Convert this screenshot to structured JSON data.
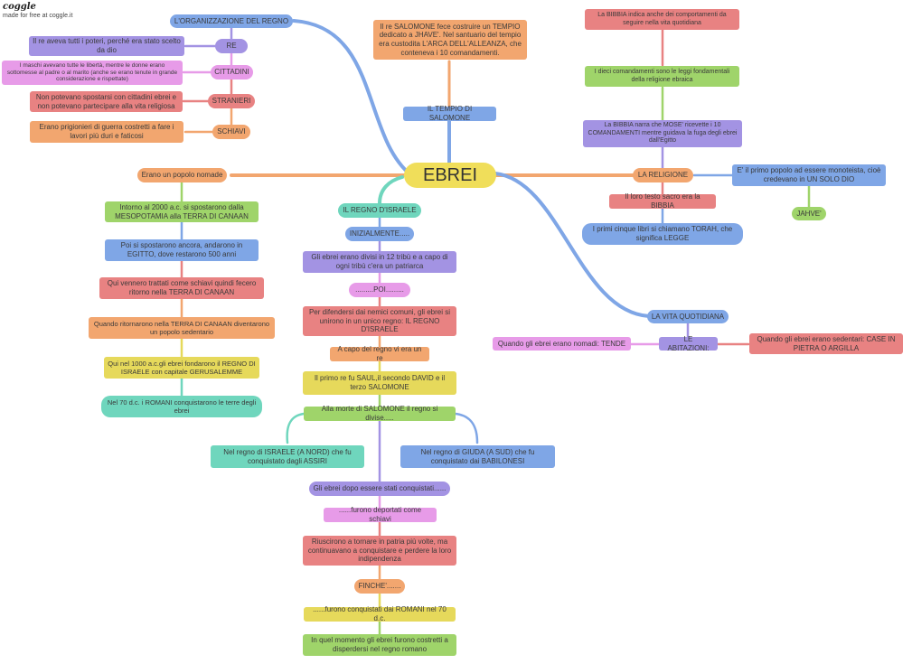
{
  "brand": {
    "logo": "coggle",
    "tagline": "made for free at coggle.it"
  },
  "colors": {
    "blue": "#7fa6e6",
    "green": "#9fd46a",
    "red": "#e88282",
    "orange": "#f2a66f",
    "yellow": "#e6d95b",
    "teal": "#6fd6bd",
    "purple": "#a393e3",
    "pink": "#e79be8",
    "root": "#f0de5a"
  },
  "root": "EBREI",
  "organizzazione": {
    "title": "L'ORGANIZZAZIONE DEL REGNO",
    "re": "RE",
    "re_desc": "Il re aveva tutti i poteri, perché era stato scelto da dio",
    "cittadini": "CITTADINI",
    "cittadini_desc": "I maschi avevano tutte le libertà, mentre le donne erano sottomesse al padre o al marito (anche se erano tenute in grande considerazione e rispettate)",
    "stranieri": "STRANIERI",
    "stranieri_desc": "Non potevano spostarsi con cittadini ebrei e non potevano partecipare alla vita religiosa",
    "schiavi": "SCHIAVI",
    "schiavi_desc": "Erano prigionieri di guerra costretti a fare i lavori più duri e faticosi"
  },
  "tempio": {
    "title": "IL TEMPIO DI SALOMONE",
    "desc": "Il re SALOMONE fece costruire un TEMPIO dedicato a JHAVE'. Nel santuario del tempio era custodita L'ARCA DELL'ALLEANZA, che conteneva i 10 comandamenti."
  },
  "religione": {
    "title": "LA RELIGIONE",
    "bibbia_narra": "La BIBBIA narra che MOSE' ricevette i 10 COMANDAMENTI mentre guidava la fuga degli ebrei dall'Egitto",
    "comandamenti": "I dieci comandamenti sono le leggi fondamentali della religione ebraica",
    "bibbia_indica": "La BIBBIA indica anche dei comportamenti da seguire nella vita quotidiana",
    "monoteista": "E' il primo popolo ad essere monoteista, cioè credevano in UN SOLO DIO",
    "jahve": "JAHVE'",
    "testo_sacro": "Il loro testo sacro era la BIBBIA",
    "torah": "I primi cinque libri si chiamano TORAH, che significa LEGGE"
  },
  "vita": {
    "title": "LA VITA QUOTIDIANA",
    "abitazioni": "LE ABITAZIONI:",
    "nomadi": "Quando gli ebrei erano nomadi: TENDE",
    "sedentari": "Quando gli ebrei erano sedentari: CASE IN PIETRA O ARGILLA"
  },
  "nomade": {
    "title": "Erano un popolo nomade",
    "items": [
      "Intorno al 2000 a.c. si spostarono dalla MESOPOTAMIA alla TERRA DI CANAAN",
      "Poi si spostarono ancora, andarono in EGITTO, dove restarono 500 anni",
      "Qui vennero trattati come schiavi quindi fecero ritorno nella TERRA DI CANAAN",
      "Quando ritornarono nella TERRA DI CANAAN diventarono un popolo sedentario",
      "Qui nel 1000 a.c.gli ebrei fondarono il REGNO DI ISRAELE con capitale GERUSALEMME",
      "Nel 70 d.c. i ROMANI conquistarono le terre degli ebrei"
    ]
  },
  "regno": {
    "title": "IL REGNO D'ISRAELE",
    "items": [
      "INIZIALMENTE.....",
      "Gli ebrei erano divisi in 12 tribù e a capo di ogni tribù c'era un patriarca",
      ".........POI.........",
      "Per difendersi dai nemici comuni, gli ebrei si unirono in un unico regno: IL REGNO D'ISRAELE",
      "A capo del regno vi era un re",
      "Il primo re fu SAUL,il secondo DAVID e il terzo SALOMONE",
      "Alla morte di SALOMONE il regno si divise.....",
      "Nel regno di ISRAELE (A NORD) che fu conquistato dagli ASSIRI",
      "Nel regno di GIUDA (A SUD) che fu conquistato dai BABILONESI",
      "Gli ebrei dopo essere stati conquistati......",
      "......furono deportati come schiavi",
      "Riuscirono a tornare in patria più volte, ma continuavano a conquistare e perdere la loro indipendenza",
      "FINCHE'.......",
      "......furono conquistati dai ROMANI nel 70 d.c.",
      "In quel momento gli ebrei furono costretti a disperdersi nel regno romano"
    ]
  }
}
